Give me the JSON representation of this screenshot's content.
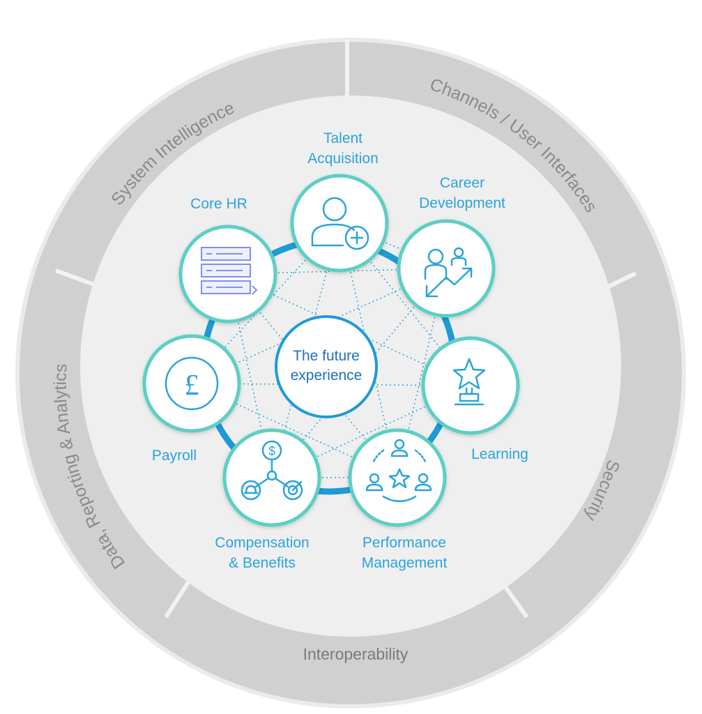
{
  "center": {
    "line1": "The future",
    "line2": "experience"
  },
  "ring_labels": {
    "system_intelligence": "System Intelligence",
    "channels": "Channels / User Interfaces",
    "security": "Security",
    "interoperability": "Interoperability",
    "data_reporting": "Data, Reporting & Analytics"
  },
  "nodes": {
    "talent": {
      "line1": "Talent",
      "line2": "Acquisition"
    },
    "career": {
      "line1": "Career",
      "line2": "Development"
    },
    "learning": {
      "line1": "Learning"
    },
    "performance": {
      "line1": "Performance",
      "line2": "Management"
    },
    "compensation": {
      "line1": "Compensation",
      "line2": "& Benefits"
    },
    "payroll": {
      "line1": "Payroll"
    },
    "corehr": {
      "line1": "Core HR"
    }
  },
  "icons": {
    "talent": "person-add-icon",
    "career": "growth-arrow-icon",
    "learning": "star-trophy-icon",
    "performance": "team-star-icon",
    "compensation": "dollar-network-icon",
    "payroll": "pound-coin-icon",
    "corehr": "server-stack-icon"
  },
  "colors": {
    "accent": "#2aa3dd",
    "node_border": "#5ccfc4",
    "ring_blue": "#1e9ad6",
    "outer_ring": "#d9d9d9",
    "center_text": "#1f6fbf"
  }
}
